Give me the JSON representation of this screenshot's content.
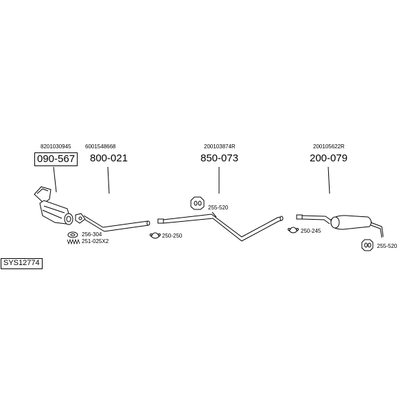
{
  "system_id": "SYS12774",
  "components": [
    {
      "oe": "8201030945",
      "part": "090-567",
      "highlighted": true
    },
    {
      "oe": "6001548668",
      "part": "800-021",
      "highlighted": false
    },
    {
      "oe": "200103874R",
      "part": "850-073",
      "highlighted": false
    },
    {
      "oe": "200105622R",
      "part": "200-079",
      "highlighted": false
    }
  ],
  "accessories": [
    {
      "label": "256-304",
      "icon": "gasket-icon"
    },
    {
      "label": "251-025X2",
      "icon": "spring-icon"
    },
    {
      "label": "250-250",
      "icon": "clamp-icon"
    },
    {
      "label": "255-520",
      "icon": "rubber-mount-icon"
    },
    {
      "label": "250-245",
      "icon": "clamp-icon"
    },
    {
      "label": "255-520",
      "icon": "rubber-mount-icon"
    }
  ]
}
